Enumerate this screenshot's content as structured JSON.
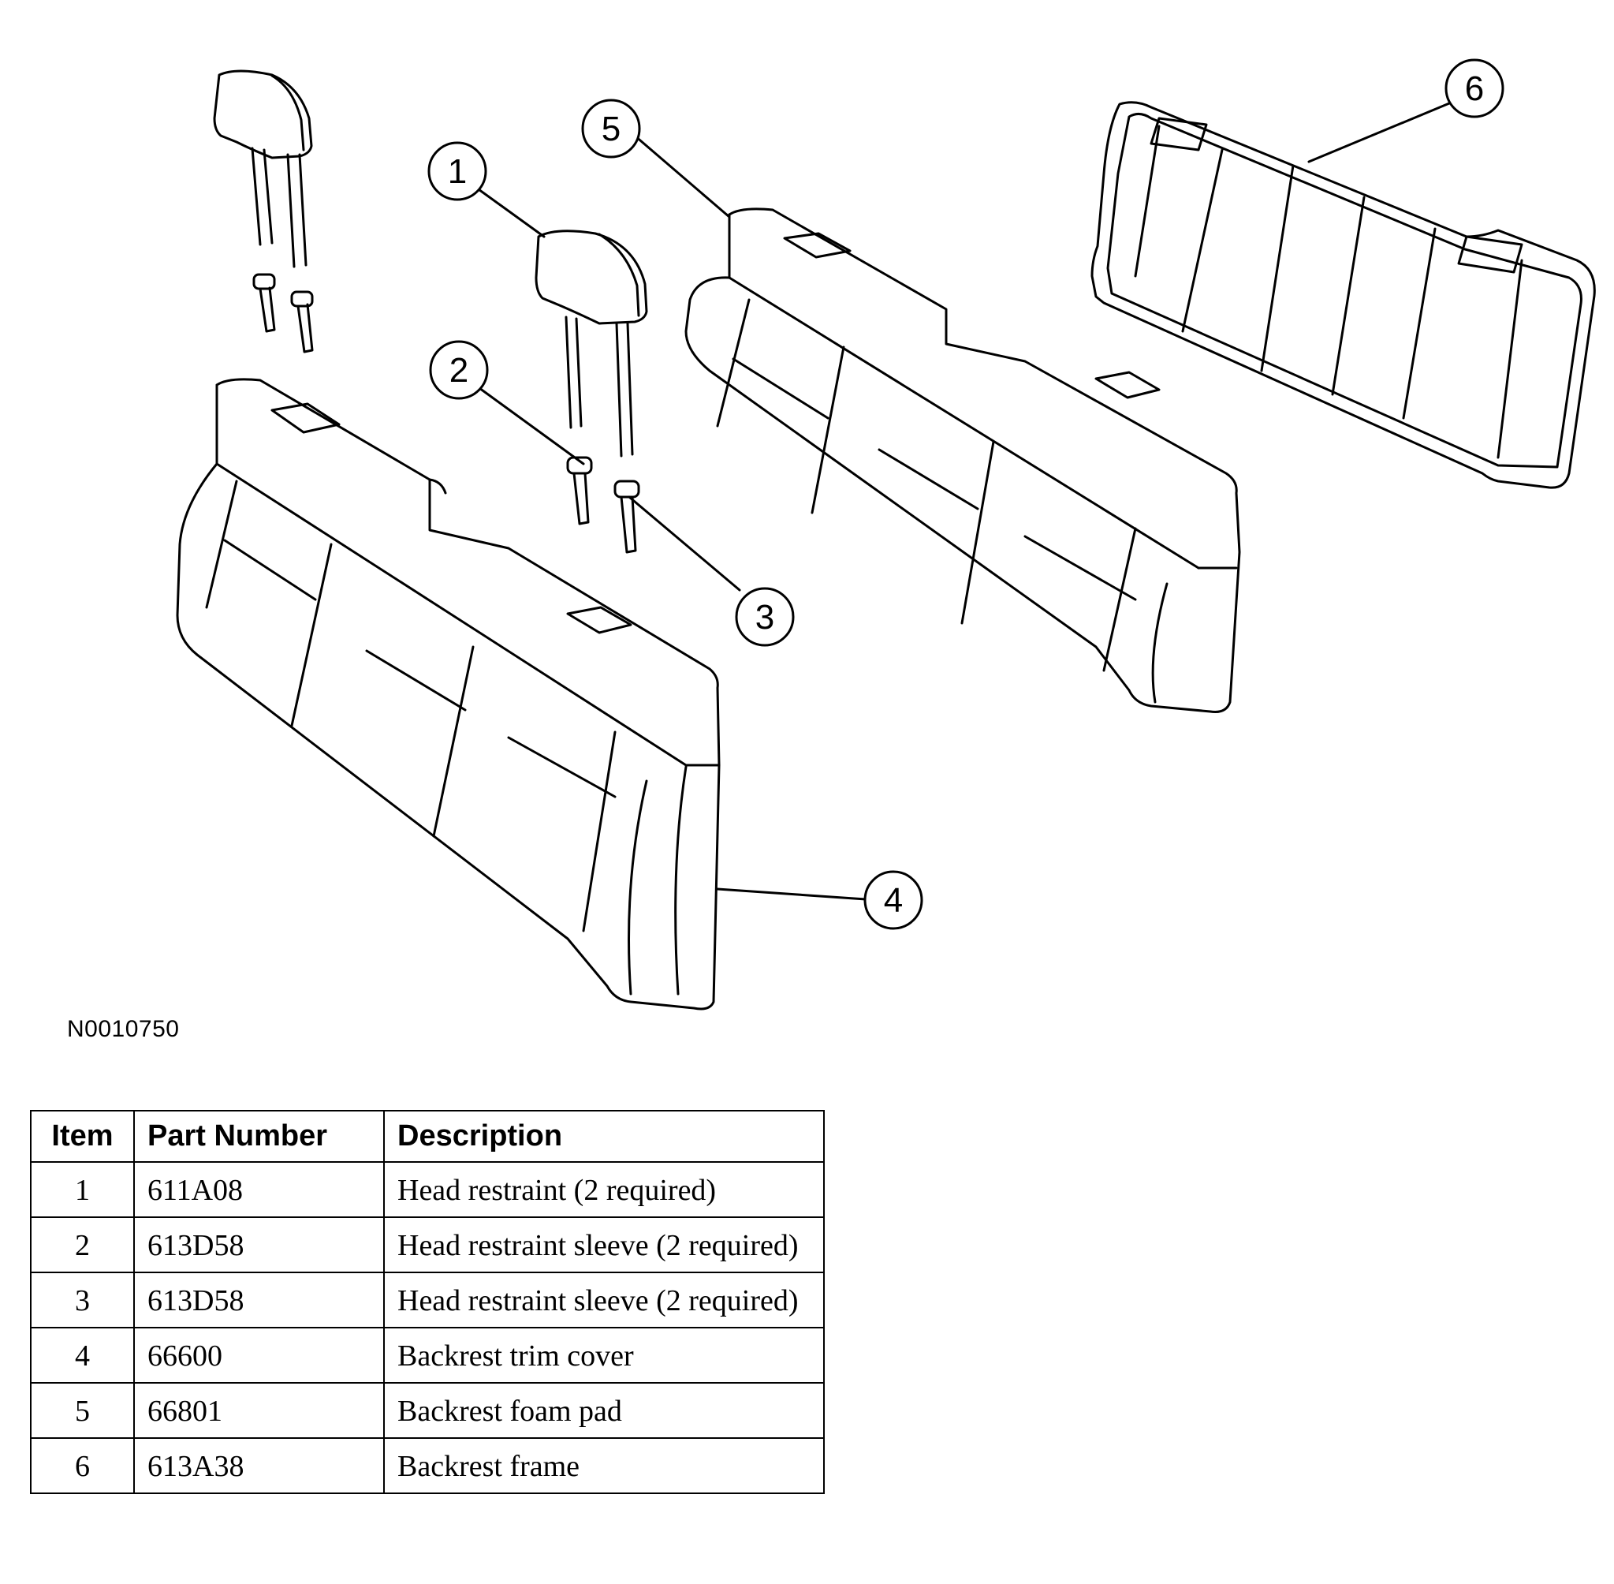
{
  "figure_id": "N0010750",
  "callouts": [
    "1",
    "2",
    "3",
    "4",
    "5",
    "6"
  ],
  "table": {
    "headers": {
      "item": "Item",
      "part_number": "Part Number",
      "description": "Description"
    },
    "rows": [
      {
        "item": "1",
        "part_number": "611A08",
        "description": "Head restraint (2 required)"
      },
      {
        "item": "2",
        "part_number": "613D58",
        "description": "Head restraint sleeve (2 required)"
      },
      {
        "item": "3",
        "part_number": "613D58",
        "description": "Head restraint sleeve (2 required)"
      },
      {
        "item": "4",
        "part_number": "66600",
        "description": "Backrest trim cover"
      },
      {
        "item": "5",
        "part_number": "66801",
        "description": "Backrest foam pad"
      },
      {
        "item": "6",
        "part_number": "613A38",
        "description": "Backrest frame"
      }
    ]
  }
}
